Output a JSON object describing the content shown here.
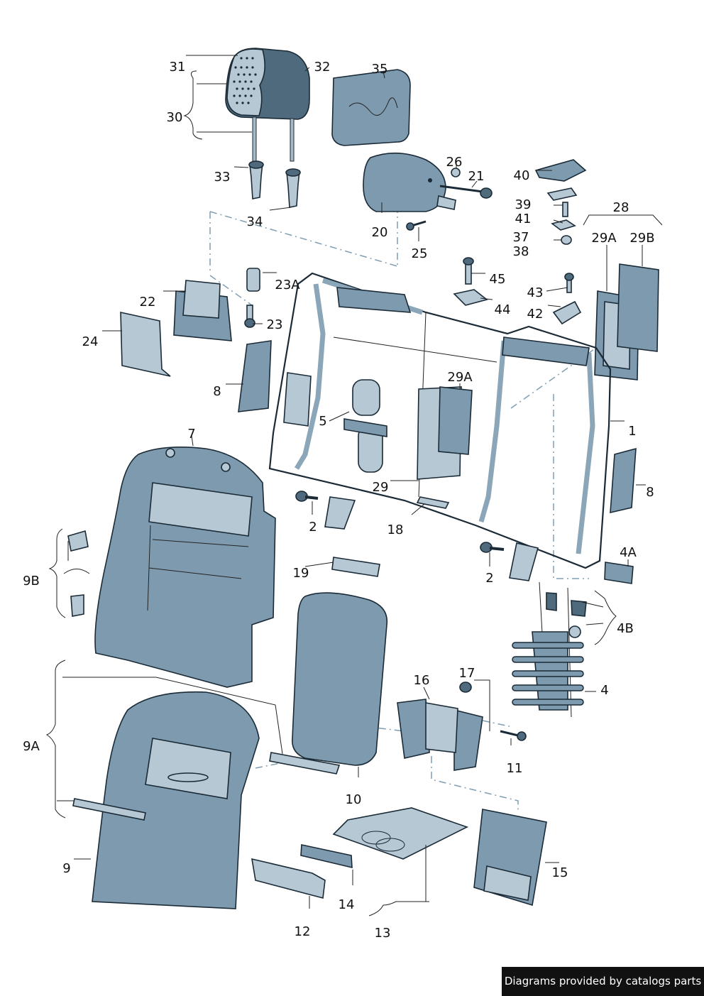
{
  "diagram": {
    "callouts": {
      "c1": "1",
      "c2a": "2",
      "c2b": "2",
      "c4": "4",
      "c4A": "4A",
      "c4B": "4B",
      "c5": "5",
      "c7": "7",
      "c8a": "8",
      "c8b": "8",
      "c9": "9",
      "c9A": "9A",
      "c9B": "9B",
      "c10": "10",
      "c11": "11",
      "c12": "12",
      "c13": "13",
      "c14": "14",
      "c15": "15",
      "c16": "16",
      "c17": "17",
      "c18": "18",
      "c19": "19",
      "c20": "20",
      "c21": "21",
      "c22": "22",
      "c23": "23",
      "c23A": "23A",
      "c24": "24",
      "c25": "25",
      "c26": "26",
      "c28": "28",
      "c29": "29",
      "c29Aa": "29A",
      "c29Ab": "29A",
      "c29B": "29B",
      "c30": "30",
      "c31": "31",
      "c32": "32",
      "c33": "33",
      "c34": "34",
      "c35": "35",
      "c37": "37",
      "c38": "38",
      "c39": "39",
      "c40": "40",
      "c41": "41",
      "c42": "42",
      "c43": "43",
      "c44": "44",
      "c45": "45"
    }
  },
  "footer": {
    "text": "Diagrams provided by catalogs parts"
  }
}
